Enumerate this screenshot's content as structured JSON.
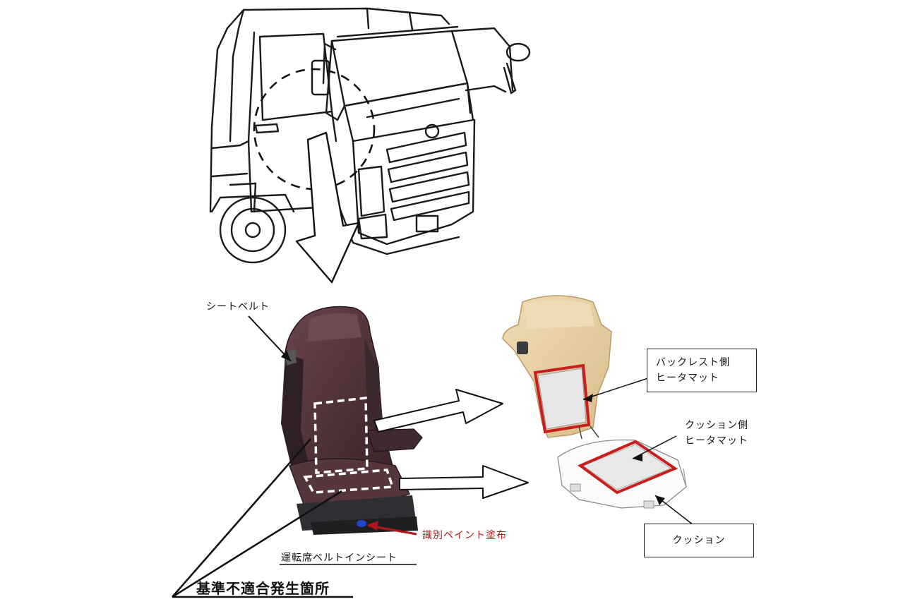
{
  "labels": {
    "seatbelt": "シートベルト",
    "backrest_heater": [
      "バックレスト側",
      "ヒータマット"
    ],
    "cushion_heater": [
      "クッション側",
      "ヒータマット"
    ],
    "cushion": "クッション",
    "paint": "識別ペイント塗布",
    "seat_name": "運転席ベルトインシート",
    "defect": "基準不適合発生箇所"
  },
  "colors": {
    "seat_dark": "#3b2a30",
    "seat_fabric": "#5e3b42",
    "foam": "#e8d3a8",
    "heater_red": "#c81e1e",
    "paint_red": "#b01818",
    "paint_dot": "#2244cc"
  }
}
